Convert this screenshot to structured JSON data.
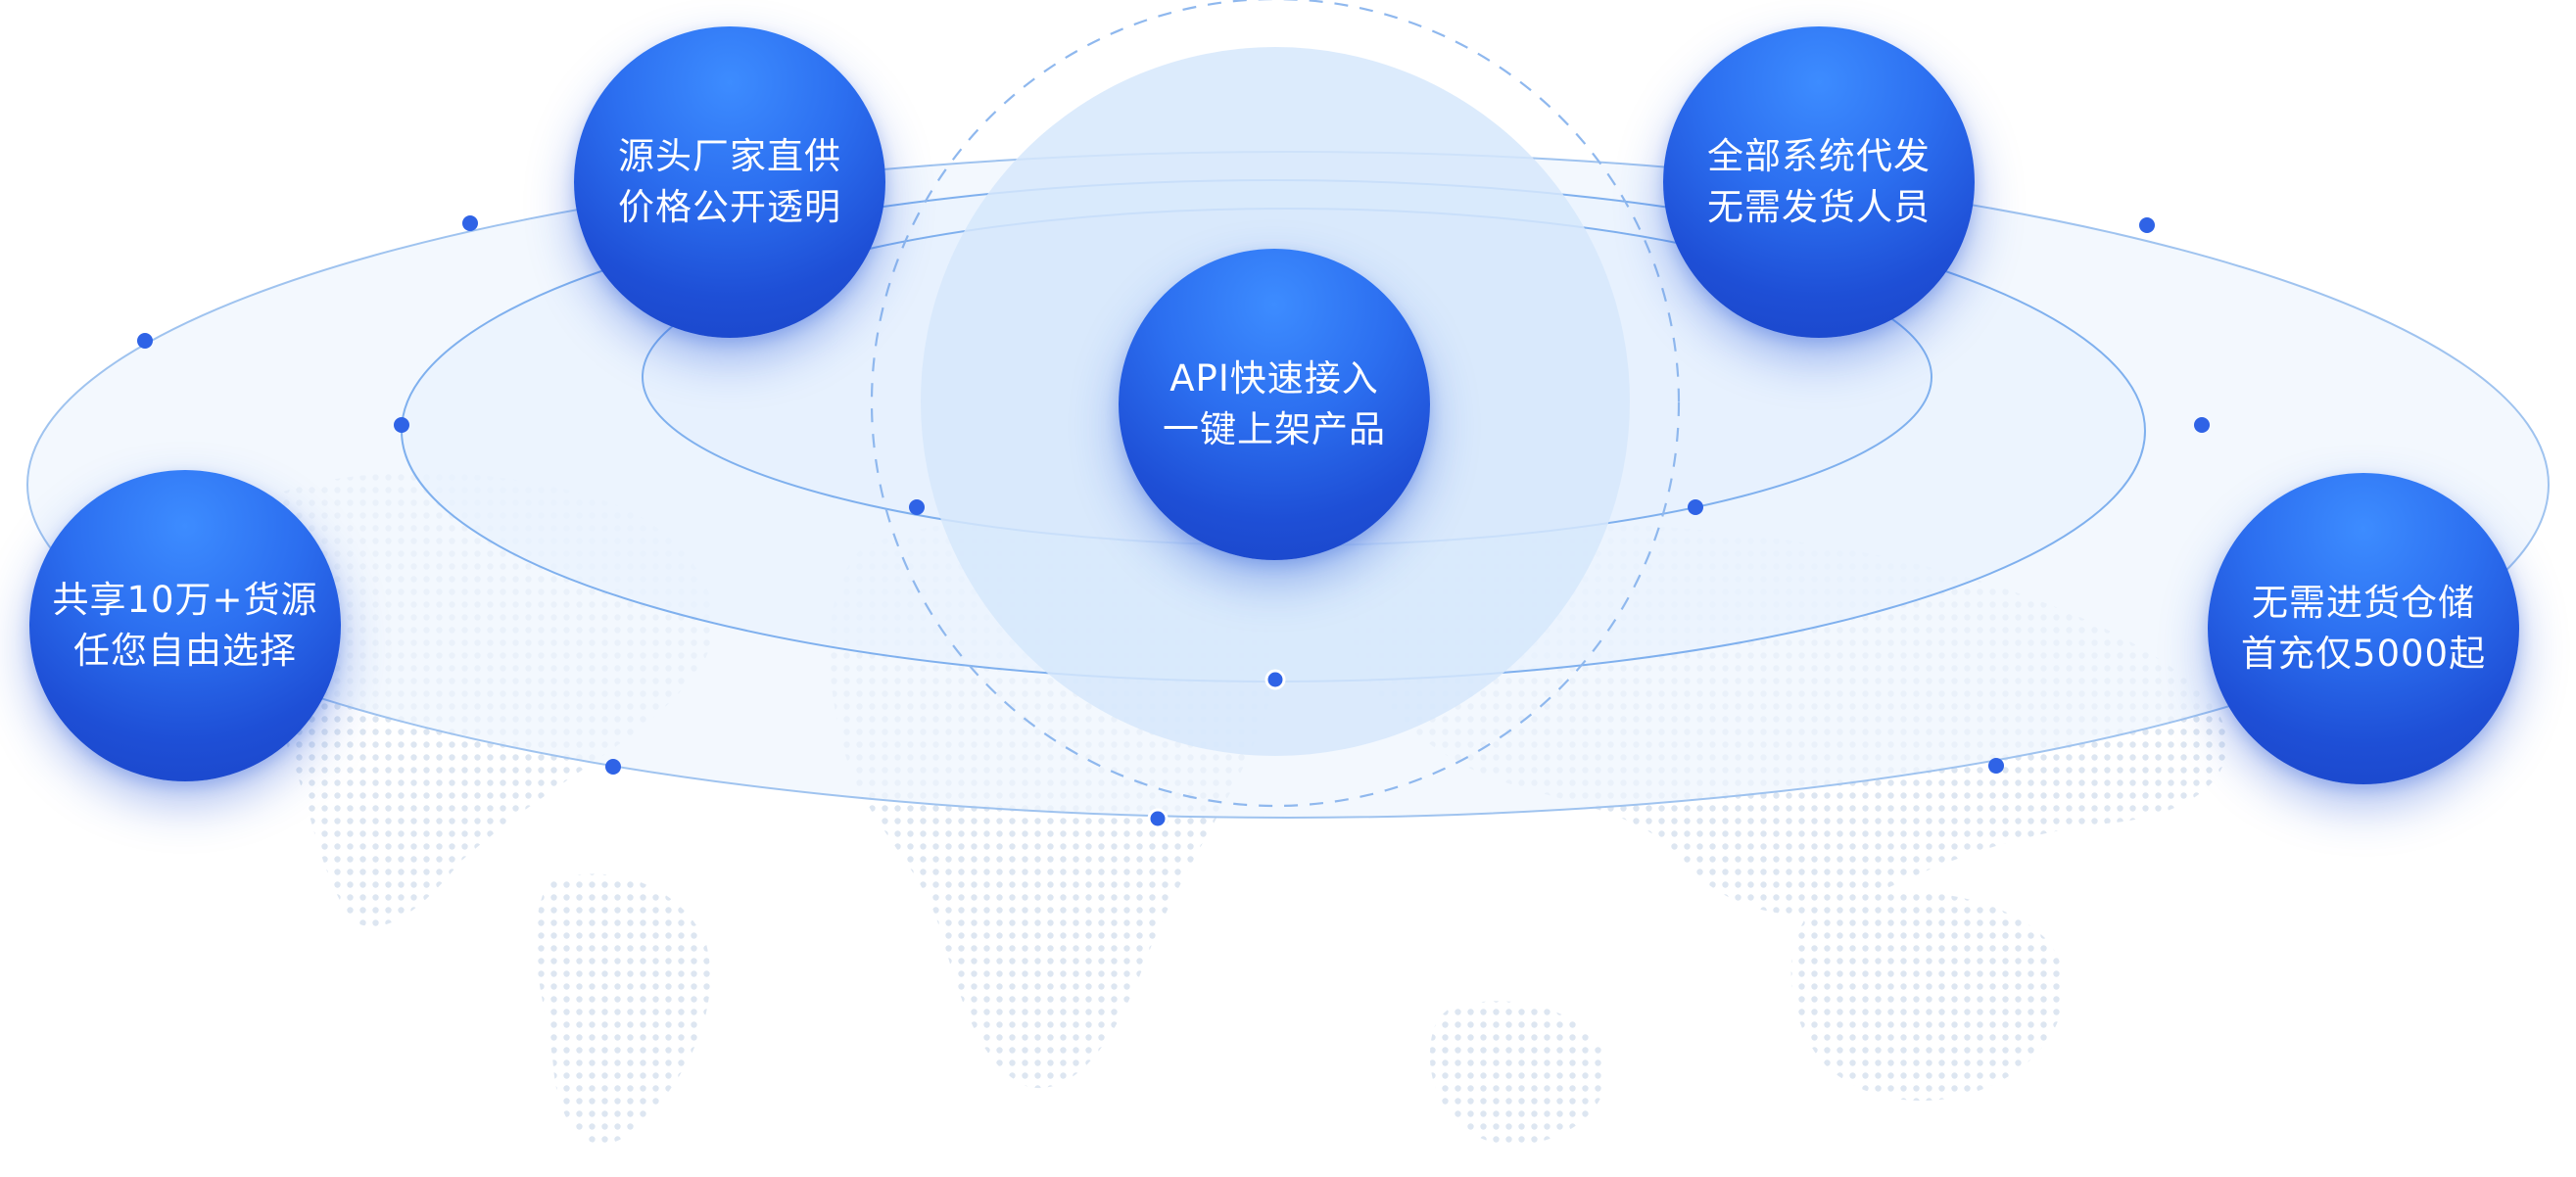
{
  "diagram": {
    "center": {
      "line1": "API快速接入",
      "line2": "一键上架产品"
    },
    "top_left": {
      "line1": "源头厂家直供",
      "line2": "价格公开透明"
    },
    "top_right": {
      "line1": "全部系统代发",
      "line2": "无需发货人员"
    },
    "left": {
      "line1": "共享10万+货源",
      "line2": "任您自由选择"
    },
    "right": {
      "line1": "无需进货仓储",
      "line2": "首充仅5000起"
    },
    "colors": {
      "bubble": "#2a66ea",
      "orbit": "#7fb0ee",
      "node": "#2f63e6",
      "halo": "#ddebfd",
      "map_dot": "#dfe7f2"
    }
  }
}
